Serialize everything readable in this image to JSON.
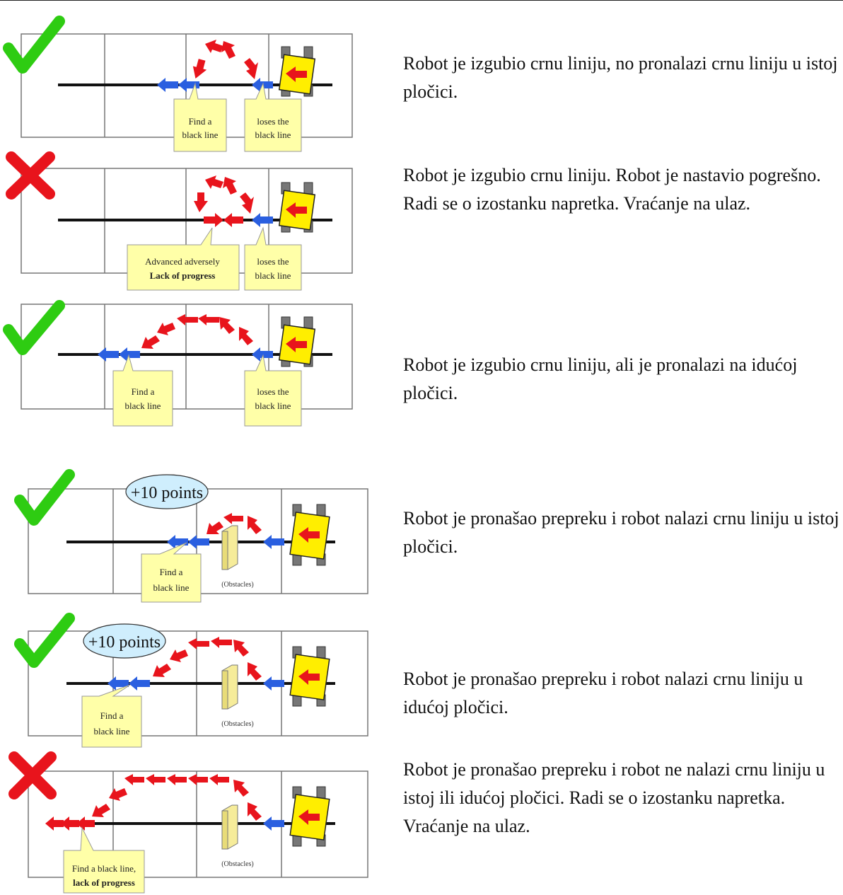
{
  "colors": {
    "check": "#2ecc12",
    "cross": "#e8141c",
    "arrow_red": "#e8141c",
    "arrow_blue": "#2a5fe0",
    "robot_body": "#ffee00",
    "callout_bg": "#ffffa8",
    "points_bubble": "#cfeefd"
  },
  "panels": [
    {
      "verdict": "check",
      "callouts": [
        {
          "lines": [
            "Find a",
            "black line"
          ]
        },
        {
          "lines": [
            "loses the",
            "black line"
          ]
        }
      ],
      "description": "Robot je izgubio crnu liniju, no pronalazi crnu liniju u istoj pločici."
    },
    {
      "verdict": "cross",
      "callouts": [
        {
          "lines": [
            "Advanced adversely",
            "Lack of progress"
          ]
        },
        {
          "lines": [
            "loses the",
            "black line"
          ]
        }
      ],
      "description": "Robot je izgubio crnu liniju. Robot je nastavio pogrešno. Radi se o izostanku napretka. Vraćanje na ulaz."
    },
    {
      "verdict": "check",
      "callouts": [
        {
          "lines": [
            "Find a",
            "black line"
          ]
        },
        {
          "lines": [
            "loses the",
            "black line"
          ]
        }
      ],
      "description": "Robot je izgubio crnu liniju, ali je pronalazi na idućoj pločici."
    },
    {
      "verdict": "check",
      "points": "+10 points",
      "obstacle_label": "(Obstacles)",
      "callouts": [
        {
          "lines": [
            "Find a",
            "black line"
          ]
        }
      ],
      "description": "Robot je pronašao prepreku i robot nalazi crnu liniju u istoj pločici."
    },
    {
      "verdict": "check",
      "points": "+10 points",
      "obstacle_label": "(Obstacles)",
      "callouts": [
        {
          "lines": [
            "Find a",
            "black line"
          ]
        }
      ],
      "description": "Robot je pronašao prepreku i robot nalazi crnu liniju u idućoj pločici."
    },
    {
      "verdict": "cross",
      "obstacle_label": "(Obstacles)",
      "callouts": [
        {
          "lines": [
            "Find a black line,",
            "lack of progress"
          ]
        }
      ],
      "description": "Robot je pronašao prepreku i robot ne nalazi crnu liniju u istoj ili idućoj pločici. Radi se o izostanku napretka. Vraćanje na ulaz."
    }
  ]
}
